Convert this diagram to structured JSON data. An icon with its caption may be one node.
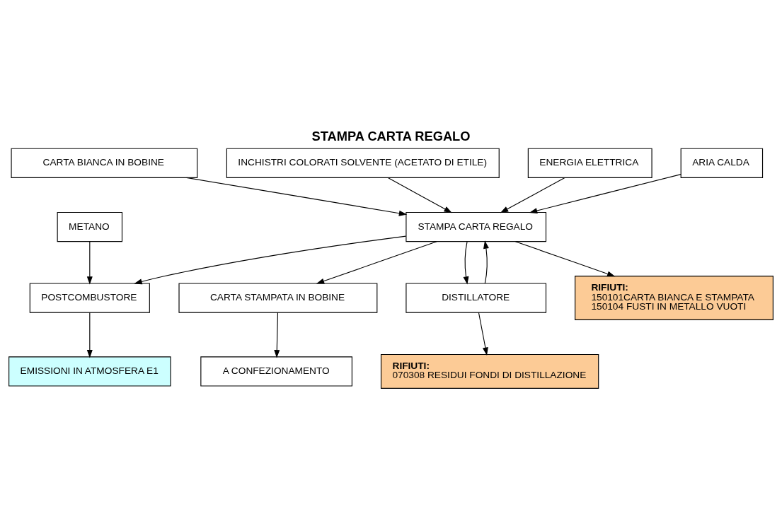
{
  "diagram": {
    "title": "STAMPA CARTA REGALO",
    "nodes": [
      {
        "text": [
          "CARTA BIANCA IN BOBINE"
        ]
      },
      {
        "text": [
          "INCHISTRI COLORATI SOLVENTE (ACETATO DI ETILE)"
        ]
      },
      {
        "text": [
          "ENERGIA ELETTRICA"
        ]
      },
      {
        "text": [
          "STAMPA CARTA REGALO"
        ]
      },
      {
        "text": [
          "EMISSIONI IN ATMOSFERA E1"
        ]
      },
      {
        "text": [
          "ARIA CALDA"
        ]
      },
      {
        "text": [
          "POSTCOMBUSTORE"
        ]
      },
      {
        "text": [
          "METANO"
        ]
      },
      {
        "text": [
          "CARTA STAMPATA IN BOBINE"
        ]
      },
      {
        "text": [
          "DISTILLATORE"
        ]
      },
      {
        "text": [
          "A CONFEZIONAMENTO"
        ]
      },
      {
        "text": [
          "RIFIUTI:",
          "150101CARTA BIANCA E STAMPATA",
          "150104 FUSTI IN METALLO VUOTI"
        ]
      },
      {
        "text": [
          "RIFIUTI:",
          "070308 RESIDUI FONDI DI DISTILLAZIONE"
        ]
      }
    ],
    "edges": [
      {
        "from": 0,
        "to": 3,
        "arrow": "to"
      },
      {
        "from": 1,
        "to": 3,
        "arrow": "to"
      },
      {
        "from": 2,
        "to": 3,
        "arrow": "to"
      },
      {
        "from": 5,
        "to": 3,
        "arrow": "to"
      },
      {
        "from": 3,
        "to": 6,
        "arrow": "to"
      },
      {
        "from": 6,
        "to": 4,
        "arrow": "to"
      },
      {
        "from": 7,
        "to": 6,
        "arrow": "to"
      },
      {
        "from": 3,
        "to": 8,
        "arrow": "to"
      },
      {
        "from": 8,
        "to": 10,
        "arrow": "to"
      },
      {
        "from": 3,
        "to": 11,
        "arrow": "to"
      },
      {
        "from": 3,
        "to": 9,
        "arrow": "to"
      },
      {
        "from": 9,
        "to": 3,
        "arrow": "to"
      },
      {
        "from": 9,
        "to": 12,
        "arrow": "to"
      }
    ]
  }
}
